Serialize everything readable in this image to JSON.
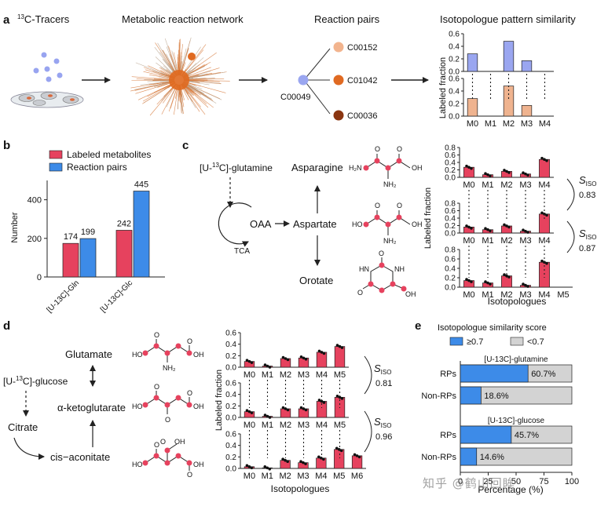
{
  "panel_letters": [
    "a",
    "b",
    "c",
    "d",
    "e"
  ],
  "a": {
    "titles": [
      "13C-Tracers",
      "Metabolic reaction network",
      "Reaction pairs",
      "Isotopologue pattern similarity"
    ],
    "tracer_sup": "13",
    "tracer_rest": "C-Tracers",
    "center_node": "C00049",
    "pair_nodes": [
      {
        "id": "C00152",
        "color": "#f2b48e"
      },
      {
        "id": "C01042",
        "color": "#e06a22"
      },
      {
        "id": "C00036",
        "color": "#8a3510"
      }
    ],
    "ylabel": "Labeled fraction",
    "xcats": [
      "M0",
      "M1",
      "M2",
      "M3",
      "M4"
    ]
  },
  "b": {
    "ylabel": "Number",
    "legend": [
      "Labeled metabolites",
      "Reaction pairs"
    ],
    "colors": [
      "#e6425e",
      "#3d8be8"
    ],
    "groups": [
      "[U-13C]-Gln",
      "[U-13C]-Glc"
    ]
  },
  "c": {
    "tracer": "[U-13C]-glutamine",
    "nodes": [
      "Asparagine",
      "OAA",
      "Aspartate",
      "Orotate",
      "TCA"
    ],
    "ylabel": "Labeled fraction",
    "xlabel": "Isotopologues",
    "s_label": "S",
    "s_sub": "ISO",
    "s_values": [
      "0.83",
      "0.87"
    ]
  },
  "d": {
    "tracer": "[U-13C]-glucose",
    "nodes": [
      "Glutamate",
      "α-ketoglutarate",
      "Citrate",
      "cis−aconitate"
    ],
    "ylabel": "Labeled fraction",
    "xlabel": "Isotopologues",
    "s_label": "S",
    "s_sub": "ISO",
    "s_values": [
      "0.81",
      "0.96"
    ]
  },
  "e": {
    "title": "Isotopologue similarity score",
    "legend": [
      "≥0.7",
      "<0.7"
    ],
    "colors": [
      "#3d8be8",
      "#d3d3d3"
    ],
    "sections": [
      "[U-13C]-glutamine",
      "[U-13C]-glucose"
    ],
    "row_labels": [
      "RPs",
      "Non-RPs"
    ],
    "xlabel": "Percentage (%)",
    "xticks": [
      "0",
      "25",
      "50",
      "75",
      "100"
    ]
  },
  "watermark": "知乎 @鹤山回眸",
  "chart_data": [
    {
      "type": "bar",
      "panel": "a",
      "name": "top",
      "categories": [
        "M0",
        "M1",
        "M2",
        "M3",
        "M4"
      ],
      "values": [
        0.28,
        0,
        0.48,
        0.17,
        0
      ],
      "ylim": [
        0,
        0.6
      ],
      "color": "#9aa6f0"
    },
    {
      "type": "bar",
      "panel": "a",
      "name": "bottom",
      "categories": [
        "M0",
        "M1",
        "M2",
        "M3",
        "M4"
      ],
      "values": [
        0.28,
        0,
        0.48,
        0.17,
        0
      ],
      "ylim": [
        0,
        0.6
      ],
      "color": "#efb38f"
    },
    {
      "type": "bar",
      "panel": "b",
      "categories": [
        "[U-13C]-Gln",
        "[U-13C]-Glc"
      ],
      "series": [
        {
          "name": "Labeled metabolites",
          "values": [
            174,
            242
          ]
        },
        {
          "name": "Reaction pairs",
          "values": [
            199,
            445
          ]
        }
      ],
      "ylim": [
        0,
        500
      ],
      "yticks": [
        0,
        200,
        400
      ]
    },
    {
      "type": "bar",
      "panel": "c",
      "name": "Asparagine",
      "categories": [
        "M0",
        "M1",
        "M2",
        "M3",
        "M4"
      ],
      "values": [
        0.27,
        0.07,
        0.16,
        0.09,
        0.48
      ],
      "ylim": [
        0,
        0.8
      ]
    },
    {
      "type": "bar",
      "panel": "c",
      "name": "Aspartate",
      "categories": [
        "M0",
        "M1",
        "M2",
        "M3",
        "M4"
      ],
      "values": [
        0.16,
        0.09,
        0.19,
        0.05,
        0.51
      ],
      "ylim": [
        0,
        0.8
      ]
    },
    {
      "type": "bar",
      "panel": "c",
      "name": "Orotate",
      "categories": [
        "M0",
        "M1",
        "M2",
        "M3",
        "M4",
        "M5"
      ],
      "values": [
        0.14,
        0.09,
        0.24,
        0.04,
        0.53,
        0
      ],
      "ylim": [
        0,
        0.8
      ]
    },
    {
      "type": "bar",
      "panel": "d",
      "name": "Glutamate",
      "categories": [
        "M0",
        "M1",
        "M2",
        "M3",
        "M4",
        "M5"
      ],
      "values": [
        0.1,
        0.02,
        0.15,
        0.16,
        0.26,
        0.36
      ],
      "ylim": [
        0,
        0.6
      ]
    },
    {
      "type": "bar",
      "panel": "d",
      "name": "α-ketoglutarate",
      "categories": [
        "M0",
        "M1",
        "M2",
        "M3",
        "M4",
        "M5"
      ],
      "values": [
        0.1,
        0.02,
        0.15,
        0.15,
        0.28,
        0.35
      ],
      "ylim": [
        0,
        0.6
      ]
    },
    {
      "type": "bar",
      "panel": "d",
      "name": "cis-aconitate",
      "categories": [
        "M0",
        "M1",
        "M2",
        "M3",
        "M4",
        "M5",
        "M6"
      ],
      "values": [
        0.03,
        0.01,
        0.14,
        0.1,
        0.18,
        0.33,
        0.22
      ],
      "ylim": [
        0,
        0.6
      ]
    },
    {
      "type": "bar",
      "panel": "e",
      "orientation": "horizontal",
      "rows": [
        {
          "section": "[U-13C]-glutamine",
          "label": "RPs",
          "value": 60.7,
          "text": "60.7%"
        },
        {
          "section": "[U-13C]-glutamine",
          "label": "Non-RPs",
          "value": 18.6,
          "text": "18.6%"
        },
        {
          "section": "[U-13C]-glucose",
          "label": "RPs",
          "value": 45.7,
          "text": "45.7%"
        },
        {
          "section": "[U-13C]-glucose",
          "label": "Non-RPs",
          "value": 14.6,
          "text": "14.6%"
        }
      ],
      "xlim": [
        0,
        100
      ]
    }
  ]
}
